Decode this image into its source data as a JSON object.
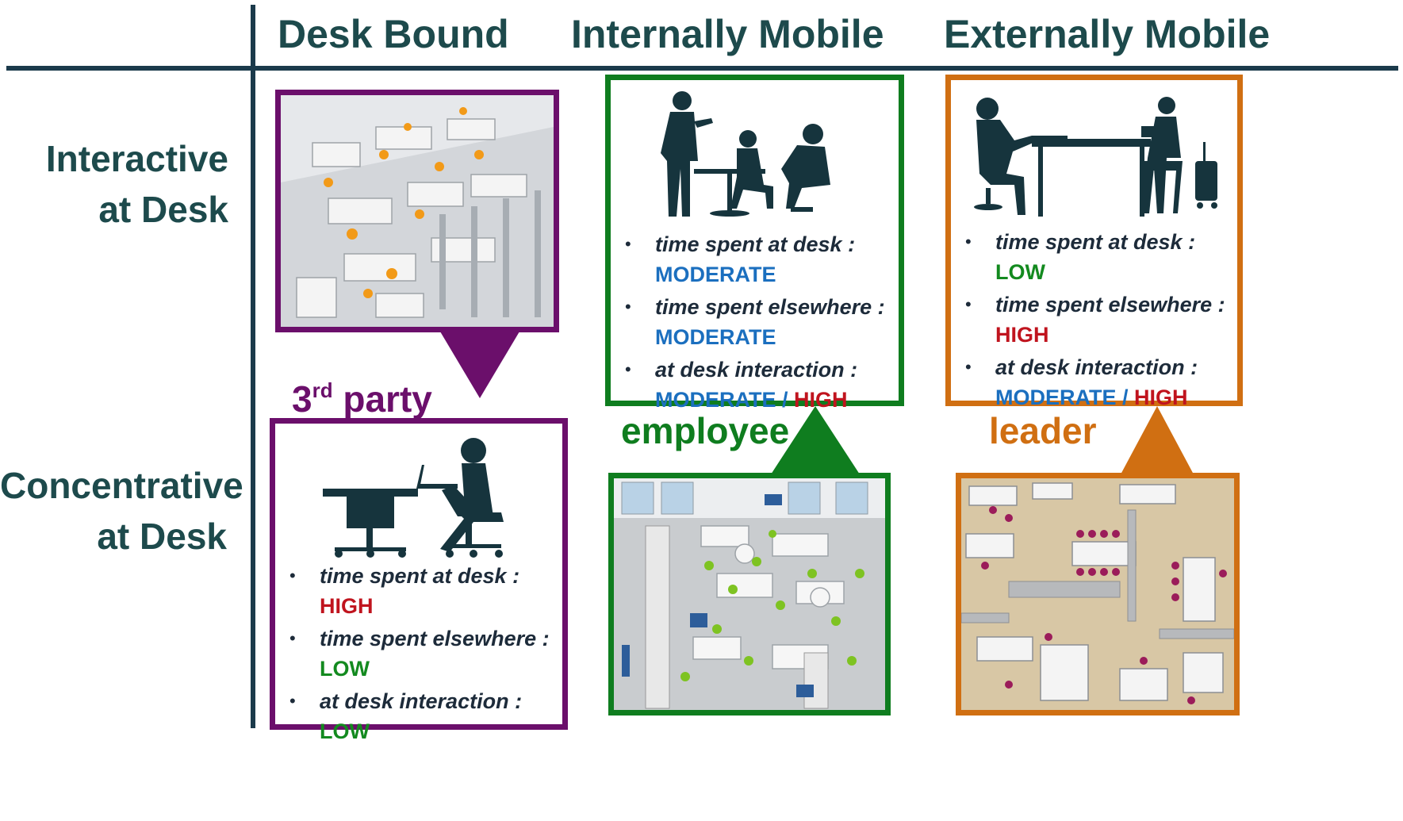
{
  "columns": [
    "Desk Bound",
    "Internally Mobile",
    "Externally Mobile"
  ],
  "rows": [
    {
      "line1": "Interactive",
      "line2": "at Desk"
    },
    {
      "line1": "Concentrative",
      "line2": "at Desk"
    }
  ],
  "labels": {
    "question_desk": "time spent at desk :",
    "question_else": "time spent elsewhere :",
    "question_inter": "at desk interaction :"
  },
  "cards": {
    "employee": {
      "role": "employee",
      "stats": [
        {
          "level": "MODERATE"
        },
        {
          "level": "MODERATE"
        },
        {
          "level": "MODERATE",
          "slash": " / ",
          "level2": "HIGH"
        }
      ]
    },
    "leader": {
      "role": "leader",
      "stats": [
        {
          "level": "LOW"
        },
        {
          "level": "HIGH"
        },
        {
          "level": "MODERATE",
          "slash": " / ",
          "level2": "HIGH"
        }
      ]
    },
    "third_party": {
      "role_main": "3",
      "role_sup": "rd",
      "role_rest": " party",
      "stats": [
        {
          "level": "HIGH"
        },
        {
          "level": "LOW"
        },
        {
          "level": "LOW"
        }
      ]
    }
  },
  "colors": {
    "purple": "#6b0f6b",
    "green": "#0f7d1f",
    "orange": "#d06f12",
    "heading": "#1d4a4c",
    "grid": "#1b3a4b"
  }
}
